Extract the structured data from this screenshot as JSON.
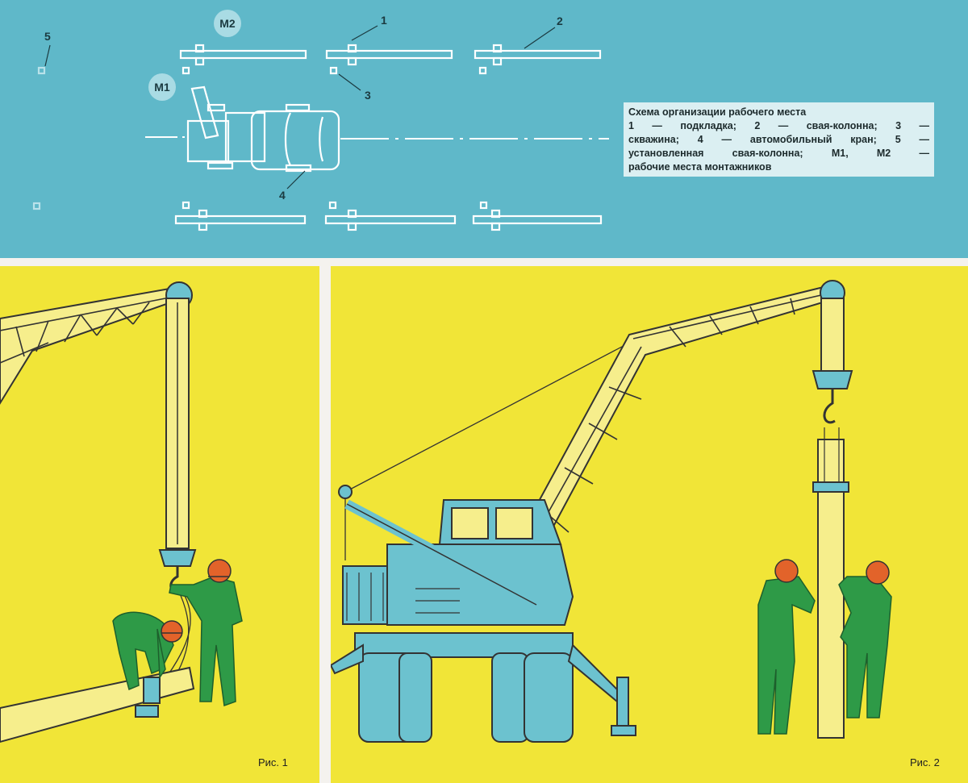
{
  "scheme": {
    "caption_lines": [
      "Схема организации рабочего места",
      "1 — подкладка; 2 — свая-колонна; 3 —",
      "скважина; 4 — автомобильный кран; 5 —",
      "установленная свая-колонна; М1, М2 —",
      "рабочие места монтажников"
    ],
    "markers": {
      "m1": "1",
      "m2": "2",
      "m3": "3",
      "m4": "4",
      "m5": "5",
      "M1": "М1",
      "M2": "М2"
    }
  },
  "figures": {
    "fig1": "Рис. 1",
    "fig2": "Рис. 2"
  },
  "colors": {
    "scheme_bg": "#5fb8c9",
    "panel_bg": "#f1e537",
    "worker": "#2e9a47",
    "helmet": "#e2632a",
    "crane": "#6cc2cf"
  }
}
